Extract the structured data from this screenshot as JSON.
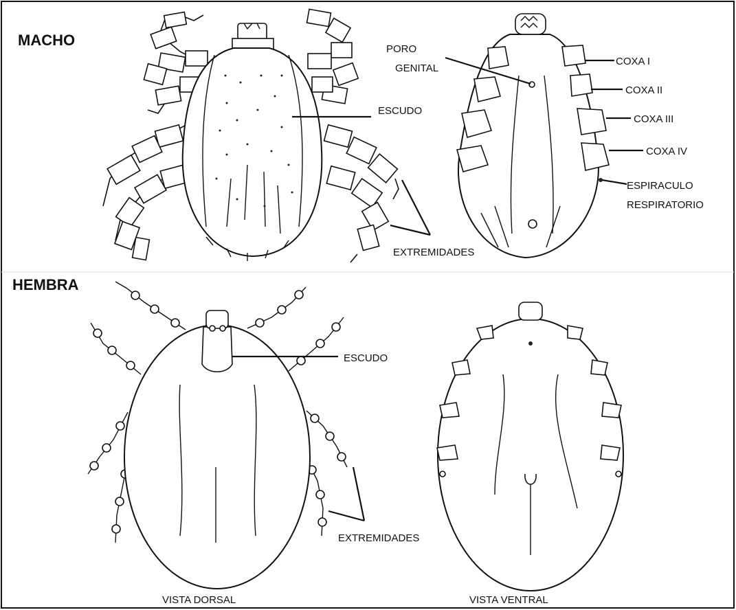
{
  "sections": {
    "male": "MACHO",
    "female": "HEMBRA"
  },
  "labels": {
    "male_escudo": "ESCUDO",
    "poro_line1": "PORO",
    "poro_line2": "GENITAL",
    "coxa1": "COXA I",
    "coxa2": "COXA II",
    "coxa3": "COXA III",
    "coxa4": "COXA IV",
    "espiraculo_line1": "ESPIRACULO",
    "espiraculo_line2": "RESPIRATORIO",
    "male_extremidades": "EXTREMIDADES",
    "female_escudo": "ESCUDO",
    "female_extremidades": "EXTREMIDADES"
  },
  "captions": {
    "dorsal": "VISTA DORSAL",
    "ventral": "VISTA VENTRAL"
  }
}
